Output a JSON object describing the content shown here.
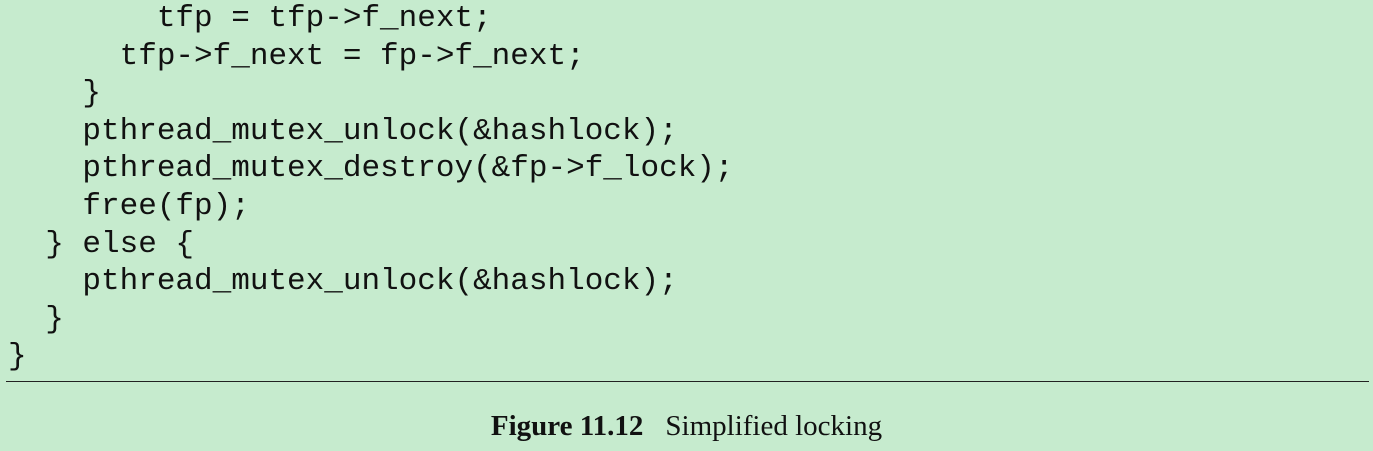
{
  "code": {
    "lines": [
      "            tfp = tfp->f_next;",
      "        tfp->f_next = fp->f_next;",
      "    }",
      "    pthread_mutex_unlock(&hashlock);",
      "    pthread_mutex_destroy(&fp->f_lock);",
      "    free(fp);",
      "} else {",
      "    pthread_mutex_unlock(&hashlock);",
      "}",
      "}"
    ]
  },
  "figure": {
    "label": "Figure 11.12",
    "title": "Simplified locking"
  }
}
